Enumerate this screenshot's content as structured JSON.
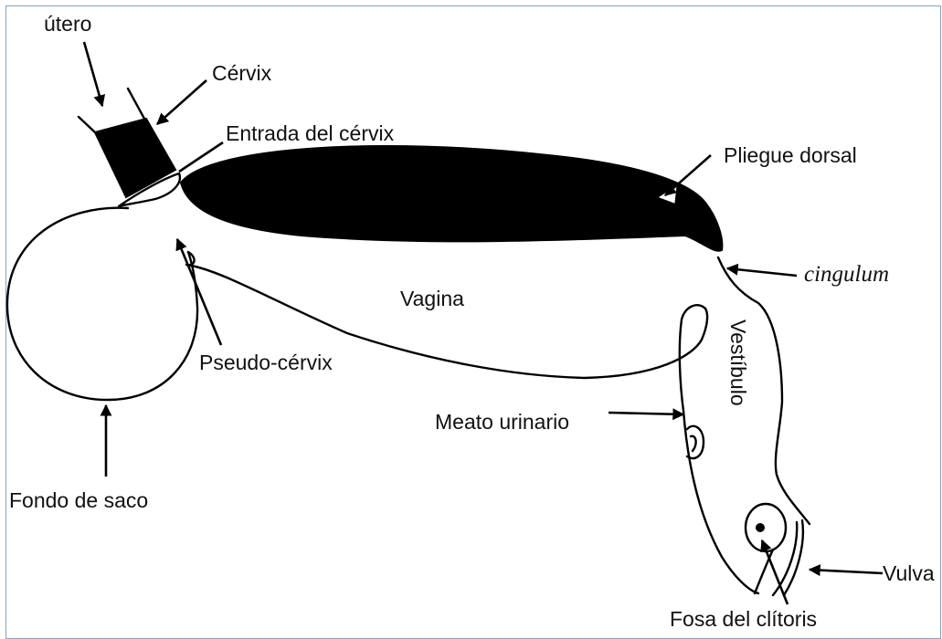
{
  "labels": {
    "utero": "útero",
    "cervix": "Cérvix",
    "entrada_cervix": "Entrada del cérvix",
    "pliegue_dorsal": "Pliegue dorsal",
    "cingulum": "cingulum",
    "vagina": "Vagina",
    "vestibulo": "Vestíbulo",
    "pseudo_cervix": "Pseudo-cérvix",
    "meato_urinario": "Meato urinario",
    "fondo_saco": "Fondo de saco",
    "vulva": "Vulva",
    "fosa_clitoris": "Fosa del clítoris"
  },
  "colors": {
    "ink": "#000000",
    "frame": "#7fa3c7",
    "background": "#ffffff"
  }
}
